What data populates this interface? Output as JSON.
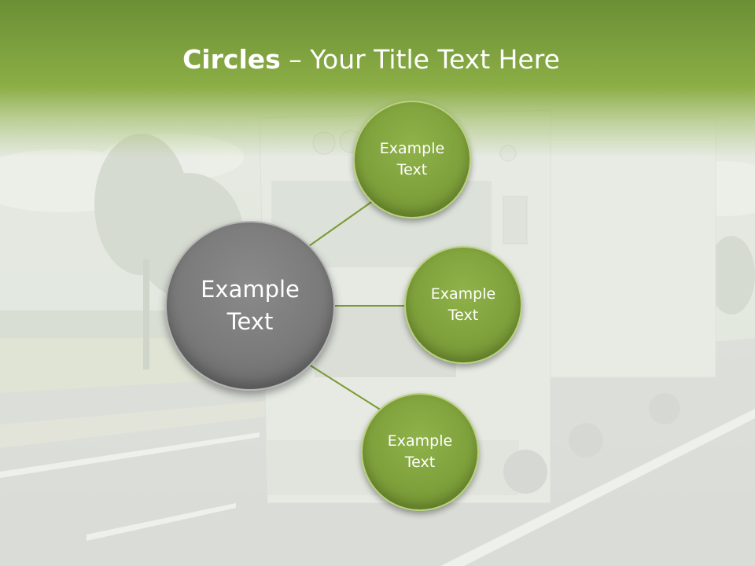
{
  "slide": {
    "title_bold": "Circles",
    "title_separator": " – ",
    "title_rest": "Your Title Text Here",
    "center_circle": {
      "line1": "Example",
      "line2": "Text"
    },
    "satellites": [
      {
        "line1": "Example",
        "line2": "Text"
      },
      {
        "line1": "Example",
        "line2": "Text"
      },
      {
        "line1": "Example",
        "line2": "Text"
      }
    ]
  },
  "colors": {
    "header_green": "#7fa13c",
    "satellite_green": "#7fa13c",
    "center_gray": "#7a7a7a",
    "connector": "#7a9a35"
  }
}
